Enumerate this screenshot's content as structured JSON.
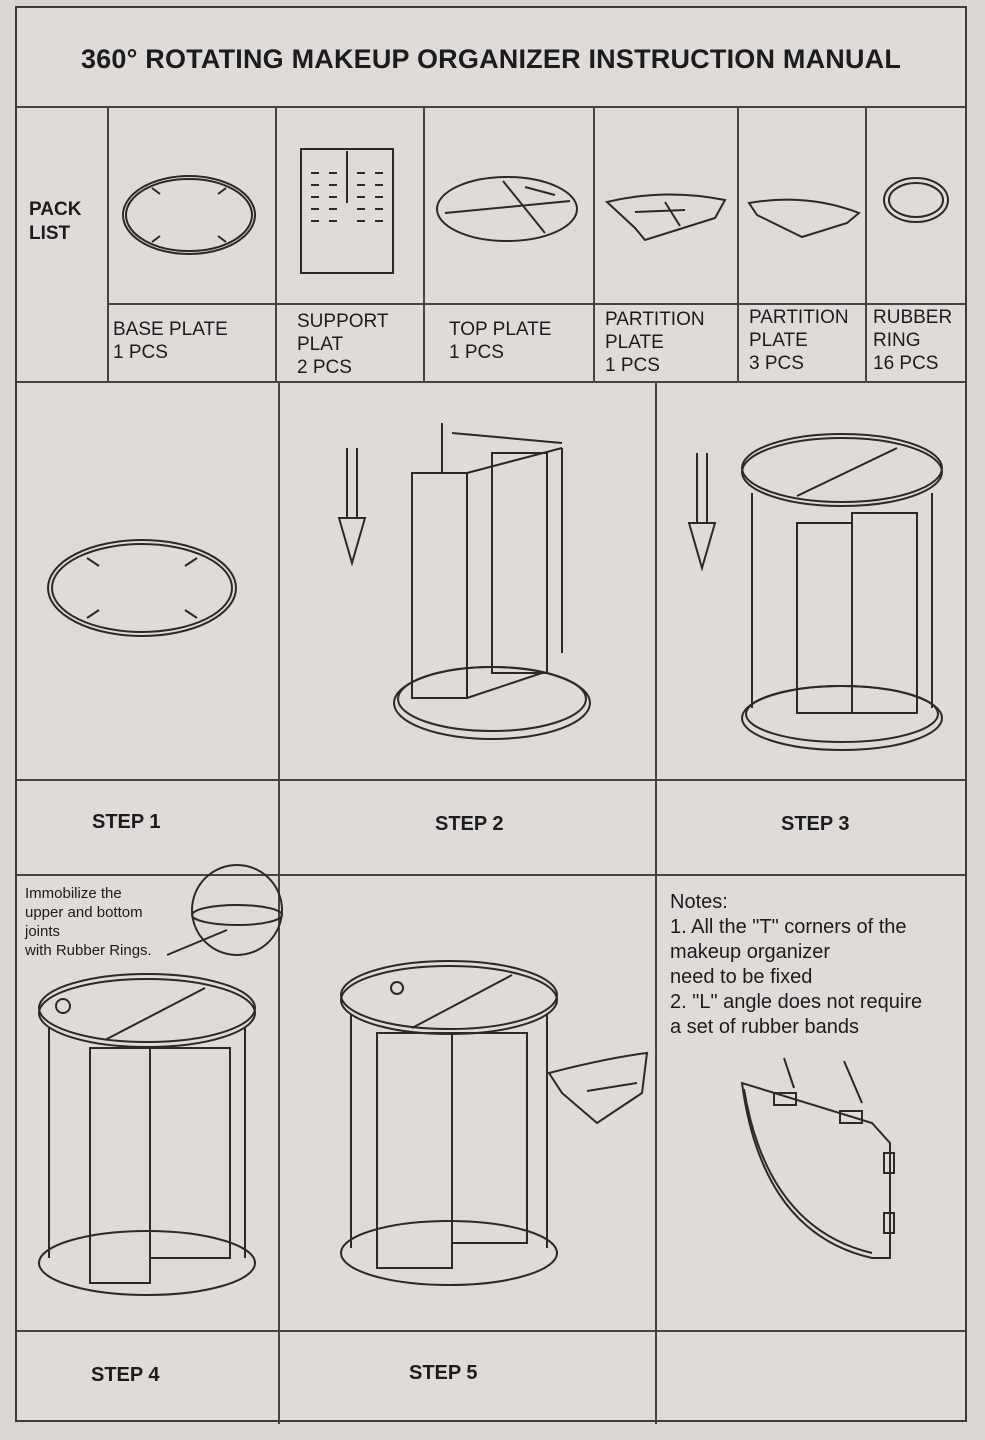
{
  "title": "360° ROTATING MAKEUP ORGANIZER  INSTRUCTION MANUAL",
  "pack_list": {
    "label_line1": "PACK",
    "label_line2": "LIST",
    "items": [
      {
        "name": [
          "BASE PLATE",
          "1 PCS"
        ],
        "icon": "base-plate"
      },
      {
        "name": [
          "SUPPORT",
          "PLAT",
          "2 PCS"
        ],
        "icon": "support-plate"
      },
      {
        "name": [
          "TOP PLATE",
          "1 PCS"
        ],
        "icon": "top-plate"
      },
      {
        "name": [
          "PARTITION",
          "PLATE",
          "1 PCS"
        ],
        "icon": "partition-plate-divided"
      },
      {
        "name": [
          "PARTITION",
          "PLATE",
          "3 PCS"
        ],
        "icon": "partition-plate"
      },
      {
        "name": [
          "RUBBER",
          "RING",
          "16 PCS"
        ],
        "icon": "rubber-ring"
      }
    ]
  },
  "steps": [
    "STEP 1",
    "STEP 2",
    "STEP 3",
    "STEP 4",
    "STEP 5"
  ],
  "step4_caption": [
    "Immobilize the",
    "upper and bottom",
    "joints",
    "with Rubber Rings."
  ],
  "notes": {
    "heading": "Notes:",
    "lines": [
      "1. All the \"T\" corners of the",
      "makeup organizer",
      "need to be fixed",
      "2. \"L\" angle does not require",
      "a set of rubber bands"
    ]
  }
}
